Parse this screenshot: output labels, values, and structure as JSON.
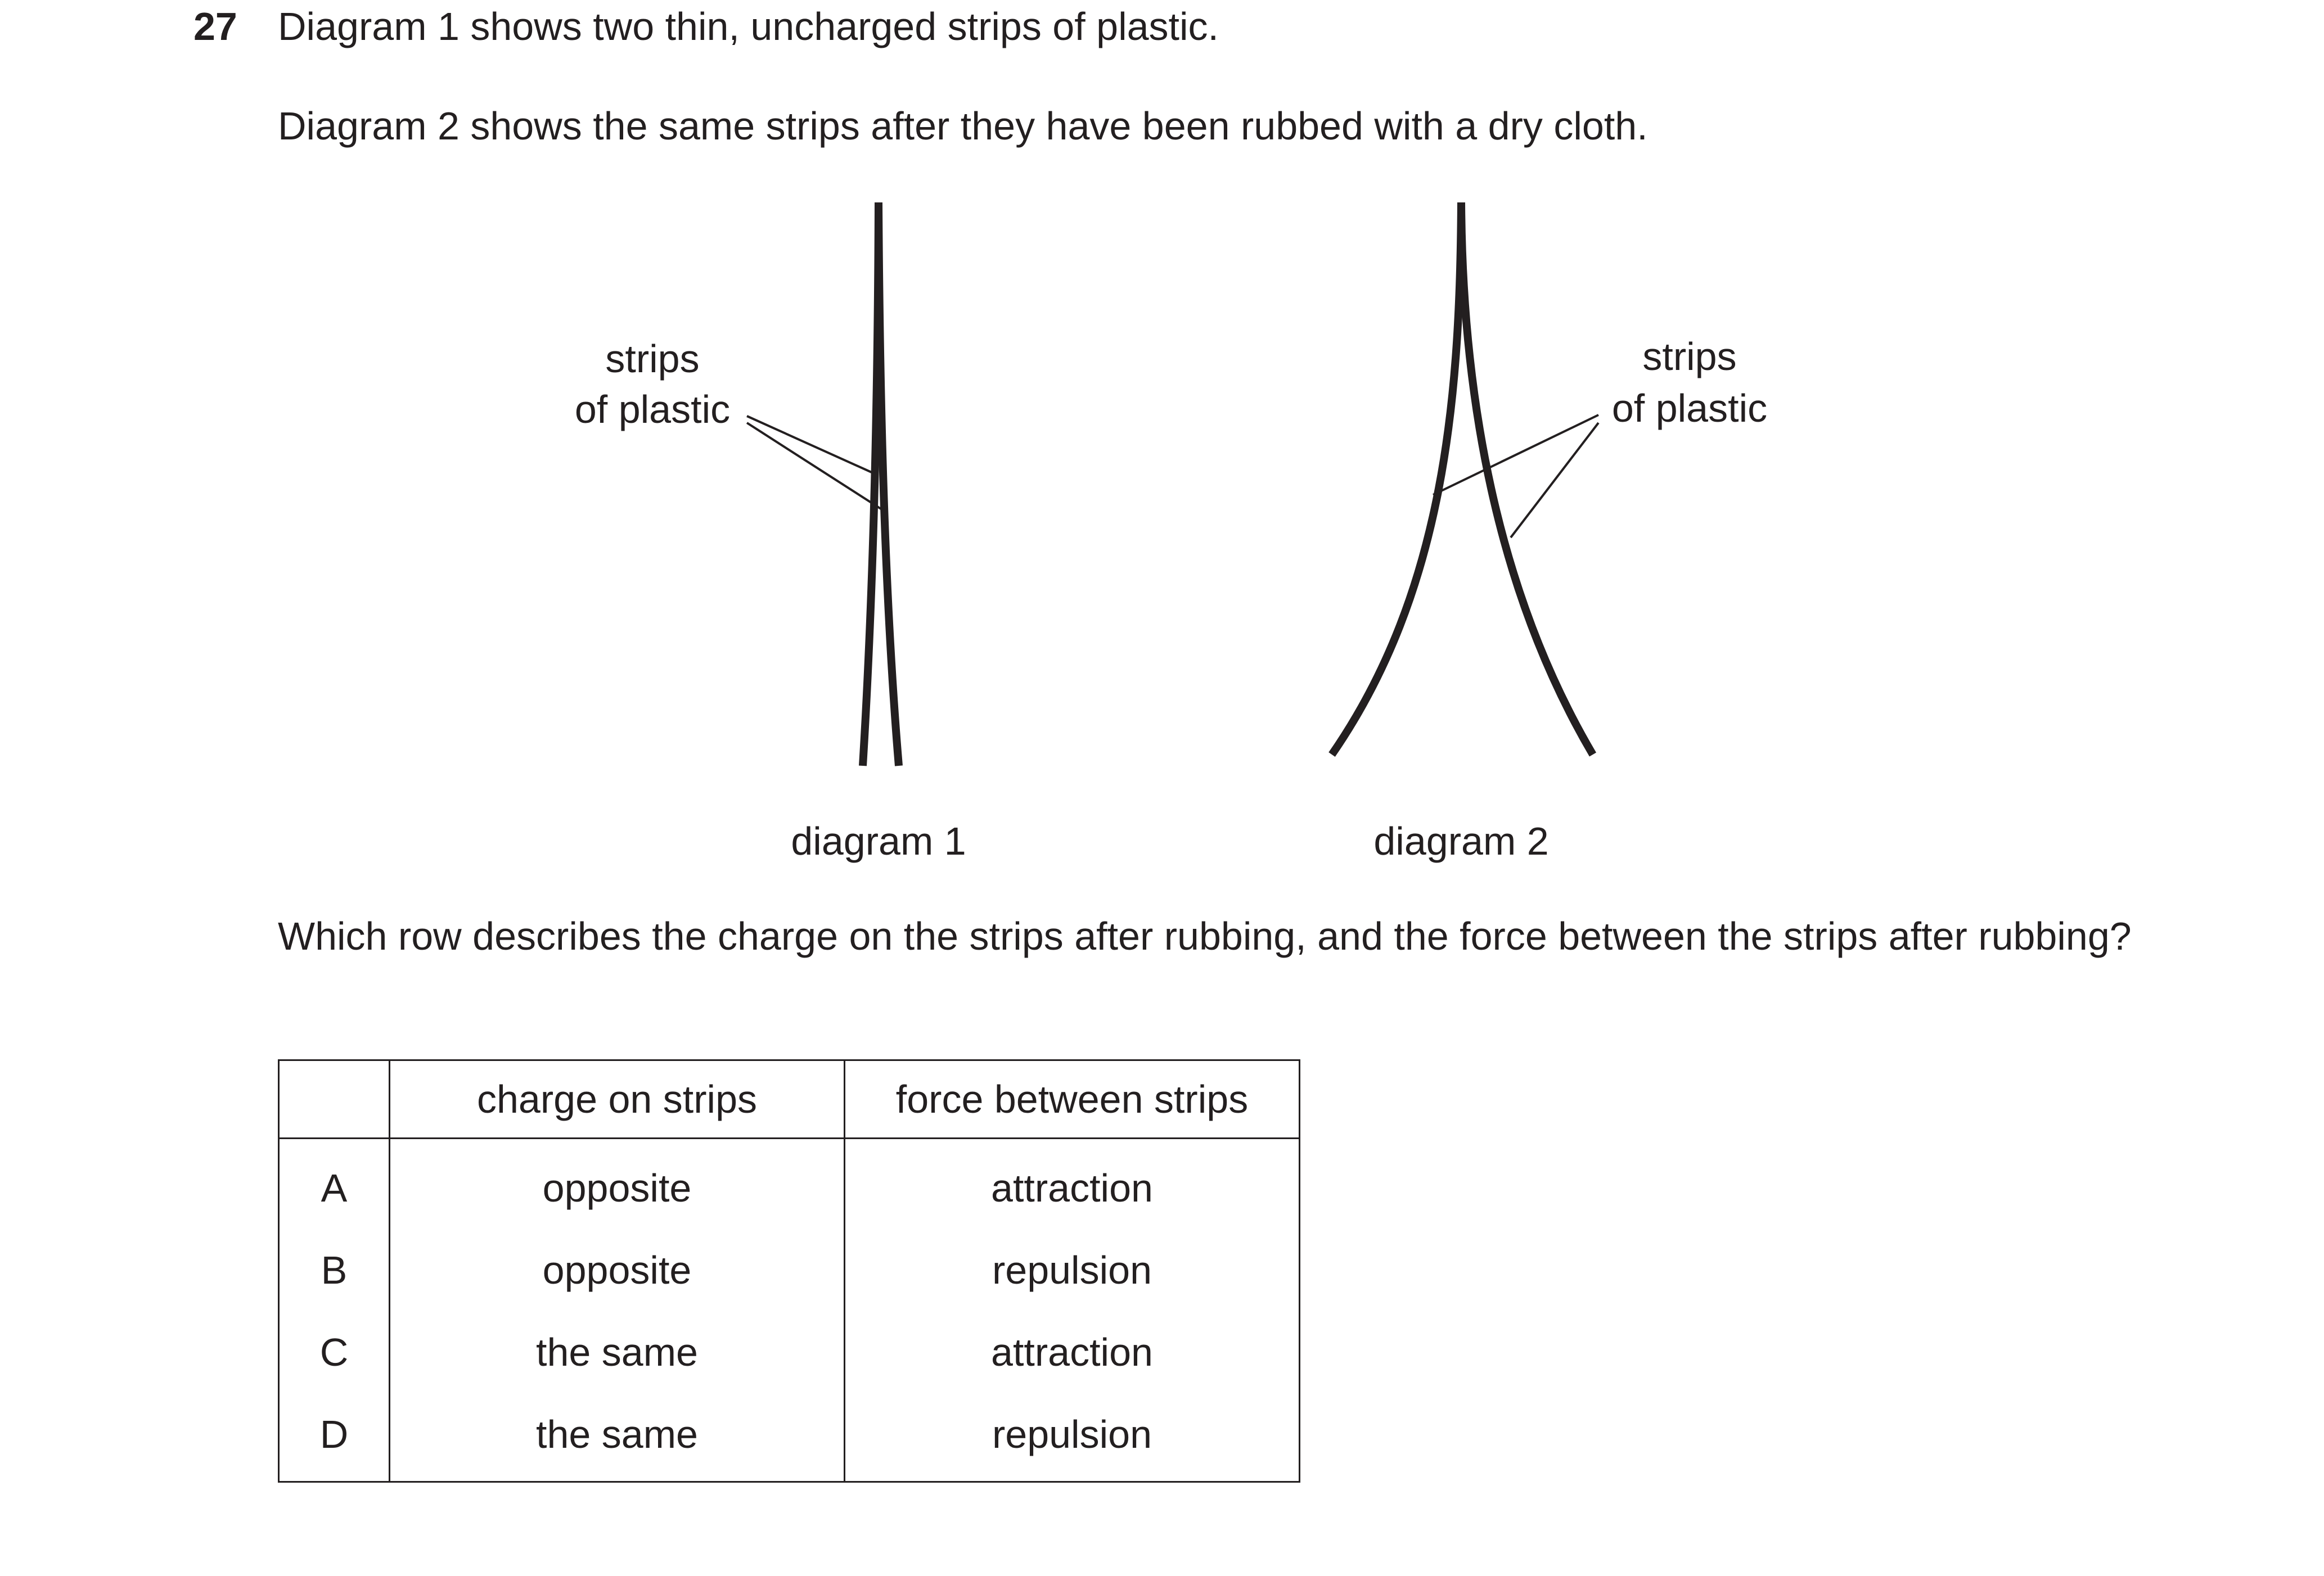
{
  "question": {
    "number": "27",
    "intro_line1": "Diagram 1 shows two thin, uncharged strips of plastic.",
    "intro_line2": "Diagram 2 shows the same strips after they have been rubbed with a dry cloth.",
    "prompt": "Which row describes the charge on the strips after rubbing, and the force between the strips after rubbing?"
  },
  "diagram1": {
    "label": "strips of plastic",
    "label_line1": "strips",
    "label_line2": "of plastic",
    "caption": "diagram 1"
  },
  "diagram2": {
    "label_line1": "strips",
    "label_line2": "of plastic",
    "caption": "diagram 2"
  },
  "table": {
    "headers": [
      "",
      "charge on strips",
      "force between strips"
    ],
    "rows": [
      {
        "letter": "A",
        "charge": "opposite",
        "force": "attraction"
      },
      {
        "letter": "B",
        "charge": "opposite",
        "force": "repulsion"
      },
      {
        "letter": "C",
        "charge": "the same",
        "force": "attraction"
      },
      {
        "letter": "D",
        "charge": "the same",
        "force": "repulsion"
      }
    ]
  }
}
